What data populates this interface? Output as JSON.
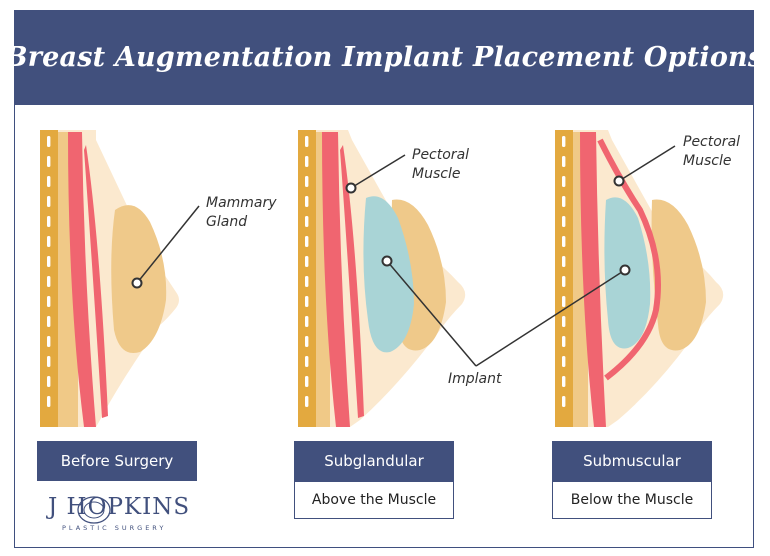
{
  "header": {
    "title": "Breast Augmentation Implant Placement Options"
  },
  "labels": {
    "mammary_gland": "Mammary\nGland",
    "pectoral_muscle_1": "Pectoral\nMuscle",
    "pectoral_muscle_2": "Pectoral\nMuscle",
    "implant": "Implant"
  },
  "panels": [
    {
      "title": "Before Surgery",
      "subtitle": ""
    },
    {
      "title": "Subglandular",
      "subtitle": "Above the Muscle"
    },
    {
      "title": "Submuscular",
      "subtitle": "Below the Muscle"
    }
  ],
  "logo": {
    "main": "J HOPKINS",
    "sub": "PLASTIC SURGERY"
  },
  "colors": {
    "navy": "#41507d",
    "skin": "#fbe9cf",
    "fat": "#f0c987",
    "rib": "#e3a93f",
    "muscle": "#f06570",
    "gland": "#efc98a",
    "implant": "#a9d4d6"
  }
}
